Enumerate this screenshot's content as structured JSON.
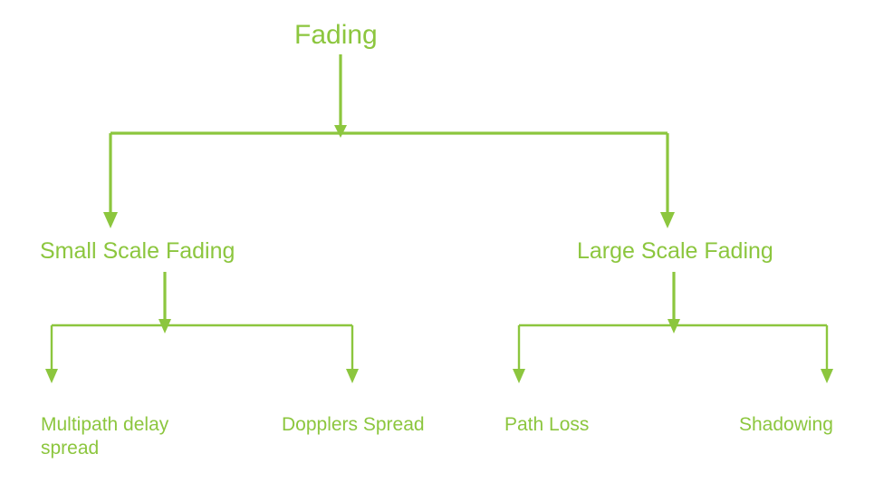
{
  "diagram": {
    "title": "Fading classification tree",
    "accent_color": "#8cc63e",
    "background_color": "#ffffff",
    "type": "tree",
    "levels": 3,
    "root": {
      "label": "Fading"
    },
    "level2": [
      {
        "label": "Small Scale Fading"
      },
      {
        "label": "Large Scale Fading"
      }
    ],
    "level3": [
      {
        "label": "Multipath delay\nspread"
      },
      {
        "label": "Dopplers Spread"
      },
      {
        "label": "Path Loss"
      },
      {
        "label": "Shadowing"
      }
    ]
  }
}
